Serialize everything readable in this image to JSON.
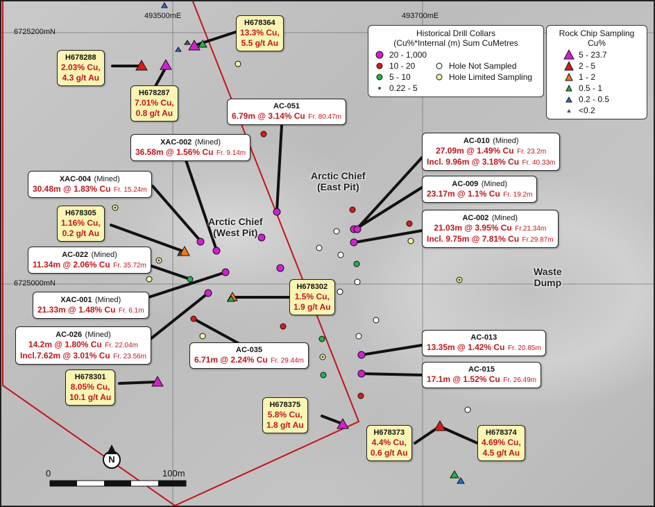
{
  "coords": {
    "e1": "493500mE",
    "e2": "493700mE",
    "n1": "6725200mN",
    "n2": "6725000mN"
  },
  "areas": {
    "west_pit": [
      "Arctic Chief",
      "(West Pit)"
    ],
    "east_pit": [
      "Arctic Chief",
      "(East Pit)"
    ],
    "waste_dump": [
      "Waste",
      "Dump"
    ]
  },
  "legend_drill": {
    "title1": "Historical Drill Collars",
    "title2": "(Cu%*Internal (m)  Sum CuMetres",
    "items": [
      {
        "label": "20 - 1,000",
        "color": "#d21fd2"
      },
      {
        "label": "10 - 20",
        "color": "#d81c1c"
      },
      {
        "label": "5 - 10",
        "color": "#22b24c"
      },
      {
        "label": "0.22 - 5",
        "color": "#555555"
      },
      {
        "label": "Hole Not Sampled",
        "color": "#ffffff"
      },
      {
        "label": "Hole Limited Sampling",
        "color": "#f5efa0"
      }
    ]
  },
  "legend_rock": {
    "title1": "Rock Chip Sampling",
    "title2": "Cu%",
    "items": [
      {
        "label": "5 - 23.7",
        "color": "#d21fd2"
      },
      {
        "label": "2 - 5",
        "color": "#d81c1c"
      },
      {
        "label": "1 - 2",
        "color": "#f07a1e"
      },
      {
        "label": "0.5 - 1",
        "color": "#22b24c"
      },
      {
        "label": "0.2 - 0.5",
        "color": "#2a6fd6"
      },
      {
        "label": "<0.2",
        "color": "#555555"
      }
    ]
  },
  "drill_labels": [
    {
      "id": "AC-051",
      "mined": "",
      "result": "6.79m @ 3.14% Cu",
      "from": "Fr. 80.47m",
      "line2": "",
      "from2": ""
    },
    {
      "id": "XAC-002",
      "mined": "(Mined)",
      "result": "36.58m @ 1.56% Cu",
      "from": "Fr. 9.14m",
      "line2": "",
      "from2": ""
    },
    {
      "id": "XAC-004",
      "mined": "(Mined)",
      "result": "30.48m @ 1.83% Cu",
      "from": "Fr. 15.24m",
      "line2": "",
      "from2": ""
    },
    {
      "id": "AC-022",
      "mined": "(Mined)",
      "result": "11.34m @ 2.06% Cu",
      "from": "Fr. 35.72m",
      "line2": "",
      "from2": ""
    },
    {
      "id": "XAC-001",
      "mined": "(Mined)",
      "result": "21.33m @ 1.48% Cu",
      "from": "Fr. 6.1m",
      "line2": "",
      "from2": ""
    },
    {
      "id": "AC-026",
      "mined": "(Mined)",
      "result": "14.2m @ 1.80% Cu",
      "from": "Fr. 22.04m",
      "line2": "Incl.7.62m @ 3.01% Cu",
      "from2": "Fr. 23.56m"
    },
    {
      "id": "AC-035",
      "mined": "",
      "result": "6.71m @ 2.24% Cu",
      "from": "Fr. 29.44m",
      "line2": "",
      "from2": ""
    },
    {
      "id": "AC-010",
      "mined": "(Mined)",
      "result": "27.09m @ 1.49% Cu",
      "from": "Fr. 23.2m",
      "line2": "Incl. 9.96m @ 3.18% Cu",
      "from2": "Fr. 40.33m"
    },
    {
      "id": "AC-009",
      "mined": "(Mined)",
      "result": "23.17m @ 1.1% Cu",
      "from": "Fr. 19.2m",
      "line2": "",
      "from2": ""
    },
    {
      "id": "AC-002",
      "mined": "(Mined)",
      "result": "21.03m @ 3.95% Cu",
      "from": "Fr.21.34m",
      "line2": "Incl. 9.75m @ 7.81% Cu",
      "from2": "Fr.29.87m"
    },
    {
      "id": "AC-013",
      "mined": "",
      "result": "13.35m @ 1.42% Cu",
      "from": "Fr. 20.85m",
      "line2": "",
      "from2": ""
    },
    {
      "id": "AC-015",
      "mined": "",
      "result": "17.1m @ 1.52% Cu",
      "from": "Fr. 26.49m",
      "line2": "",
      "from2": ""
    }
  ],
  "rock_labels": [
    {
      "id": "H678364",
      "cu": "13.3% Cu,",
      "au": "5.5 g/t Au"
    },
    {
      "id": "H678288",
      "cu": "2.03% Cu,",
      "au": "4.3 g/t Au"
    },
    {
      "id": "H678287",
      "cu": "7.01% Cu,",
      "au": "0.8 g/t Au"
    },
    {
      "id": "H678305",
      "cu": "1.16% Cu,",
      "au": "0.2 g/t Au"
    },
    {
      "id": "H678302",
      "cu": "1.5% Cu,",
      "au": "1.9 g/t Au"
    },
    {
      "id": "H678301",
      "cu": "8.05% Cu,",
      "au": "10.1 g/t Au"
    },
    {
      "id": "H678375",
      "cu": "5.8% Cu,",
      "au": "1.8 g/t Au"
    },
    {
      "id": "H678373",
      "cu": "4.4% Cu,",
      "au": "0.6 g/t Au"
    },
    {
      "id": "H678374",
      "cu": "4.69% Cu,",
      "au": "4.5 g/t Au"
    }
  ],
  "scale": {
    "start": "0",
    "end": "100m"
  },
  "north": "N"
}
